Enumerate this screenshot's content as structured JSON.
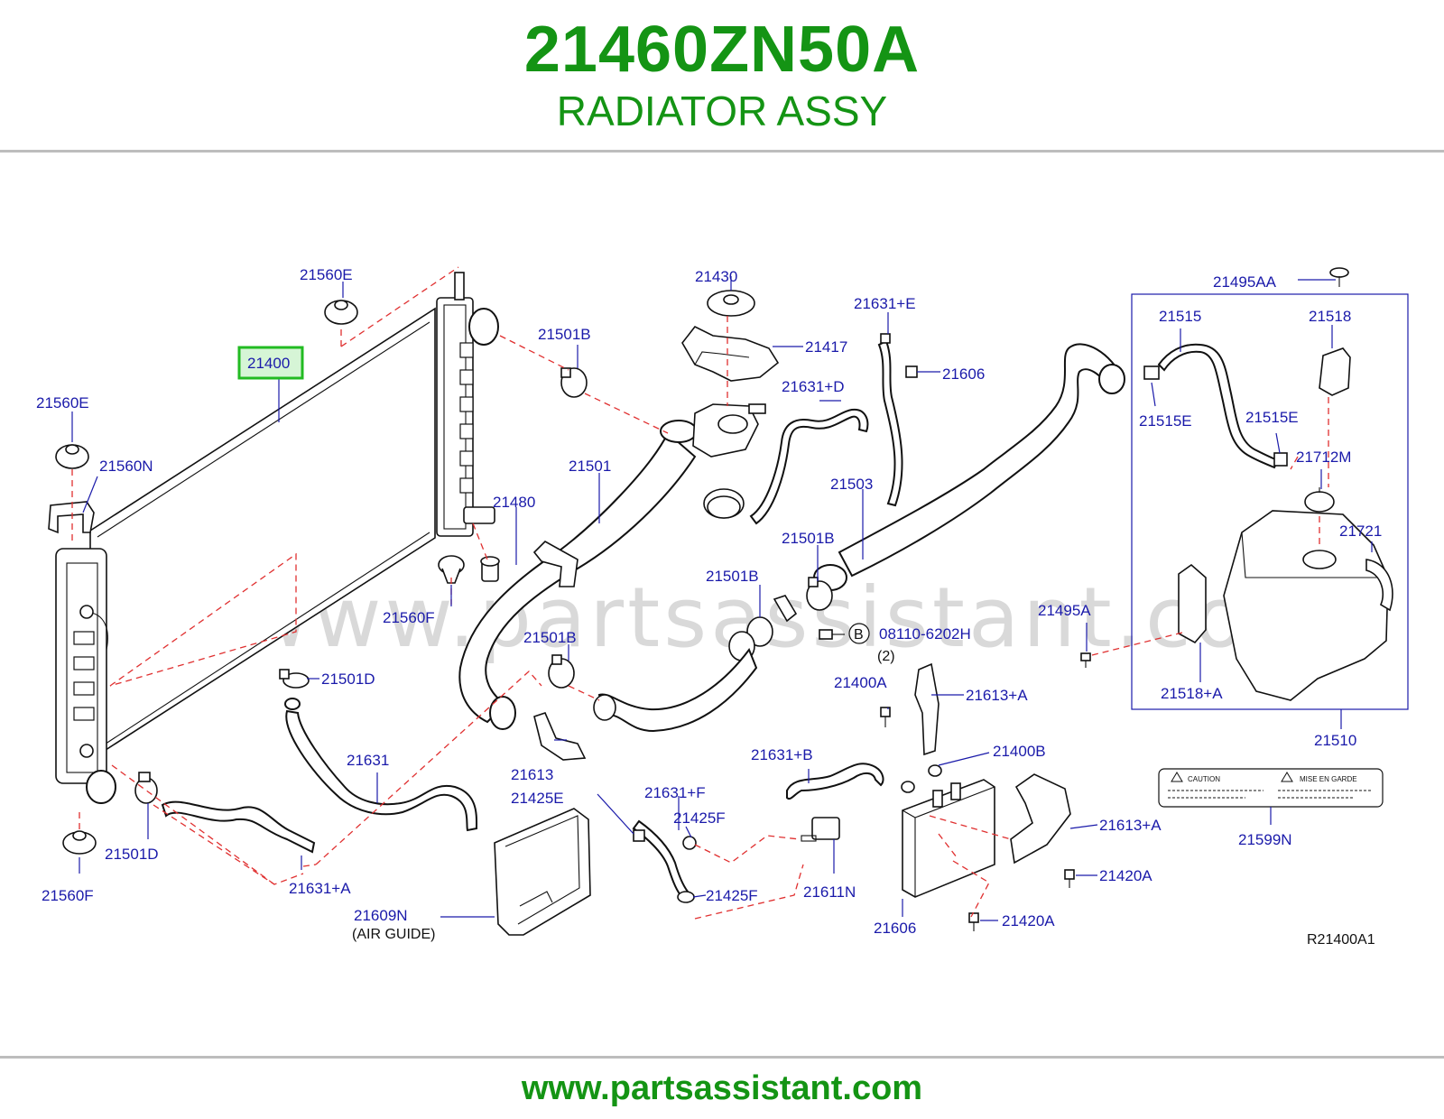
{
  "header": {
    "part_number": "21460ZN50A",
    "part_name": "RADIATOR ASSY"
  },
  "watermark": "www.partsassistant.com",
  "footer": {
    "url": "www.partsassistant.com"
  },
  "diagram_code": "R21400A1",
  "highlight_color": "#22bb22",
  "labels": {
    "l21560E_top": "21560E",
    "l21400": "21400",
    "l21560E_left": "21560E",
    "l21560N": "21560N",
    "l21480": "21480",
    "l21560F_mid": "21560F",
    "l21501D_mid": "21501D",
    "l21631": "21631",
    "l21501D_bot": "21501D",
    "l21560F_bot": "21560F",
    "l21631A": "21631+A",
    "l21430": "21430",
    "l21417": "21417",
    "l21501B_top": "21501B",
    "l21501": "21501",
    "l21631D": "21631+D",
    "l21631E": "21631+E",
    "l21606_top": "21606",
    "l21503": "21503",
    "l21501B_r": "21501B",
    "l21501B_m": "21501B",
    "l21501B_l": "21501B",
    "l08110": "08110-6202H",
    "l08110_qty": "(2)",
    "l08110_ref": "B",
    "l21613_l": "21613",
    "l21425E": "21425E",
    "l21609N": "21609N",
    "l21609N_note": "(AIR   GUIDE)",
    "l21631F": "21631+F",
    "l21425F_1": "21425F",
    "l21425F_2": "21425F",
    "l21631B": "21631+B",
    "l21611N": "21611N",
    "l21400A": "21400A",
    "l21613A_1": "21613+A",
    "l21400B": "21400B",
    "l21613A_2": "21613+A",
    "l21420A_1": "21420A",
    "l21420A_2": "21420A",
    "l21606_bot": "21606",
    "l21495A": "21495A",
    "l21495AA": "21495AA",
    "l21515": "21515",
    "l21518": "21518",
    "l21515E_l": "21515E",
    "l21515E_r": "21515E",
    "l21712M": "21712M",
    "l21721": "21721",
    "l21518A": "21518+A",
    "l21510": "21510",
    "l21599N": "21599N"
  },
  "caution_label": {
    "left_title": "CAUTION",
    "right_title": "MISE   EN   GARDE"
  }
}
